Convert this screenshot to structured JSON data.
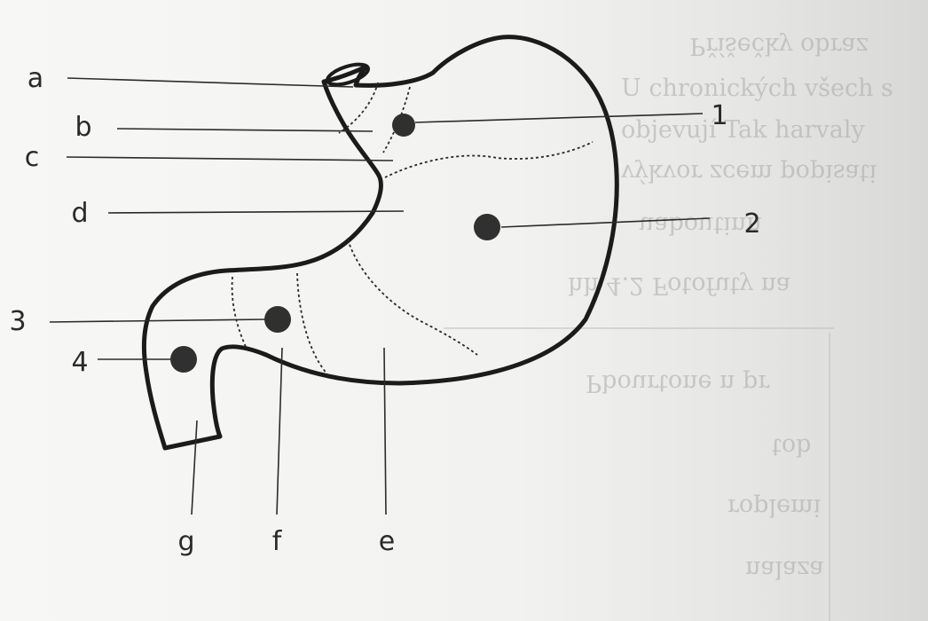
{
  "background_text": [
    "Příšečky obraz",
    "U chronických všech s",
    "objevují Tak harvaly",
    "výkvor zcem popisati",
    "uaboutinn",
    "hh 4.2 Fotofuty na",
    "Pbourtone n pr",
    "tob",
    "roplemi",
    "nalaza"
  ],
  "region_labels": [
    "a",
    "b",
    "c",
    "d",
    "e",
    "f",
    "g"
  ],
  "site_labels": [
    "1",
    "2",
    "3",
    "4"
  ]
}
